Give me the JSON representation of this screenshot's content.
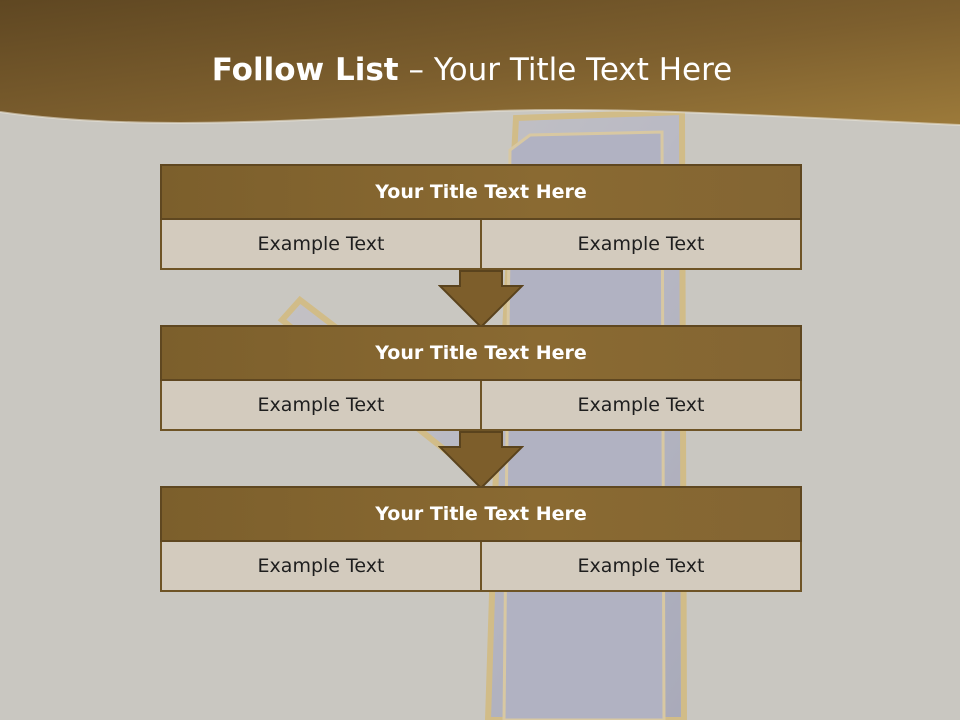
{
  "slide": {
    "title_bold": "Follow List",
    "title_rest": " – Your Title Text Here"
  },
  "blocks": [
    {
      "title": "Your Title Text Here",
      "left": "Example Text",
      "right": "Example Text"
    },
    {
      "title": "Your Title Text Here",
      "left": "Example Text",
      "right": "Example Text"
    },
    {
      "title": "Your Title Text Here",
      "left": "Example Text",
      "right": "Example Text"
    }
  ],
  "colors": {
    "header_band": "#7a5a2c",
    "block_header": "#856530",
    "block_cell": "#d3cbbe",
    "background": "#c9c7c1"
  }
}
